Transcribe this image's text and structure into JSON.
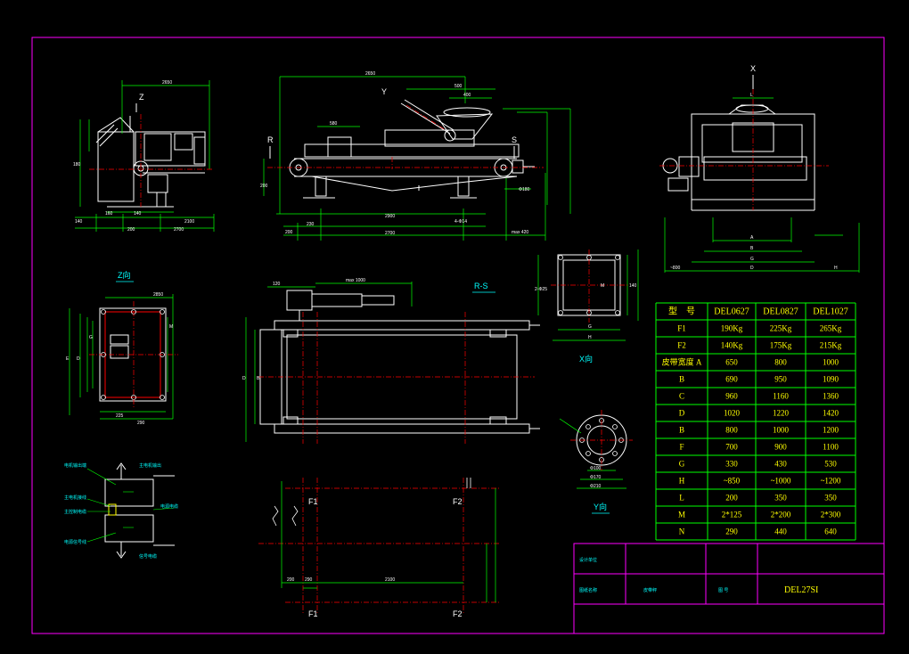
{
  "colors": {
    "background": "#000000",
    "frame": "#ff00ff",
    "outline": "#ffffff",
    "dimension": "#00ff00",
    "centerline": "#ff0000",
    "label": "#00ffff",
    "table_text": "#ffff00"
  },
  "views": {
    "side_top_dim": "2650",
    "side_dims": [
      "140",
      "160",
      "140",
      "180",
      "2100",
      "200",
      "2700"
    ],
    "side_z": "Z",
    "front_top_dim": "2650",
    "front_dims": [
      "580",
      "400",
      "500",
      "200",
      "230",
      "2900",
      "2700",
      "max 420",
      "200",
      "Φ180",
      "4-Φ14"
    ],
    "front_r": "R",
    "front_s": "S",
    "front_y": "Y",
    "end_x": "X",
    "end_labels": [
      "A",
      "B",
      "D",
      "G",
      "H",
      "L",
      "~800"
    ],
    "z_title": "Z向",
    "z_dims": [
      "2850",
      "M",
      "G",
      "E",
      "D",
      "225",
      "290"
    ],
    "rs_title": "R-S",
    "rs_dims": [
      "120",
      "max 1000",
      "D",
      "B"
    ],
    "x_title": "X向",
    "x_dims": [
      "2-Φ25",
      "140",
      "G",
      "H",
      "M"
    ],
    "y_title": "Y向",
    "y_dims": [
      "Φ100",
      "Φ170",
      "Φ210"
    ],
    "load_labels": [
      "F1",
      "F2",
      "F1",
      "F2"
    ],
    "load_dims": [
      "200",
      "290",
      "2100"
    ],
    "wiring_labels": [
      "电机输出端",
      "主电机接线",
      "主控制电缆",
      "电源电缆",
      "电源信号线",
      "主电机输出",
      "信号电缆"
    ]
  },
  "spec_table": {
    "headers": [
      "型　号",
      "DEL0627",
      "DEL0827",
      "DEL1027"
    ],
    "rows": [
      [
        "F1",
        "190Kg",
        "225Kg",
        "265Kg"
      ],
      [
        "F2",
        "140Kg",
        "175Kg",
        "215Kg"
      ],
      [
        "皮带宽度 A",
        "650",
        "800",
        "1000"
      ],
      [
        "B",
        "690",
        "950",
        "1090"
      ],
      [
        "C",
        "960",
        "1160",
        "1360"
      ],
      [
        "D",
        "1020",
        "1220",
        "1420"
      ],
      [
        "B",
        "800",
        "1000",
        "1200"
      ],
      [
        "F",
        "700",
        "900",
        "1100"
      ],
      [
        "G",
        "330",
        "430",
        "530"
      ],
      [
        "H",
        "~850",
        "~1000",
        "~1200"
      ],
      [
        "L",
        "200",
        "350",
        "350"
      ],
      [
        "M",
        "2*125",
        "2*200",
        "2*300"
      ],
      [
        "N",
        "290",
        "440",
        "640"
      ]
    ]
  },
  "title_block": {
    "row1_label": "设计单位",
    "row2_label": "图纸名称",
    "row2_name": "皮带秤",
    "row2_code_label": "图 号",
    "row2_code": "DEL27SI"
  }
}
